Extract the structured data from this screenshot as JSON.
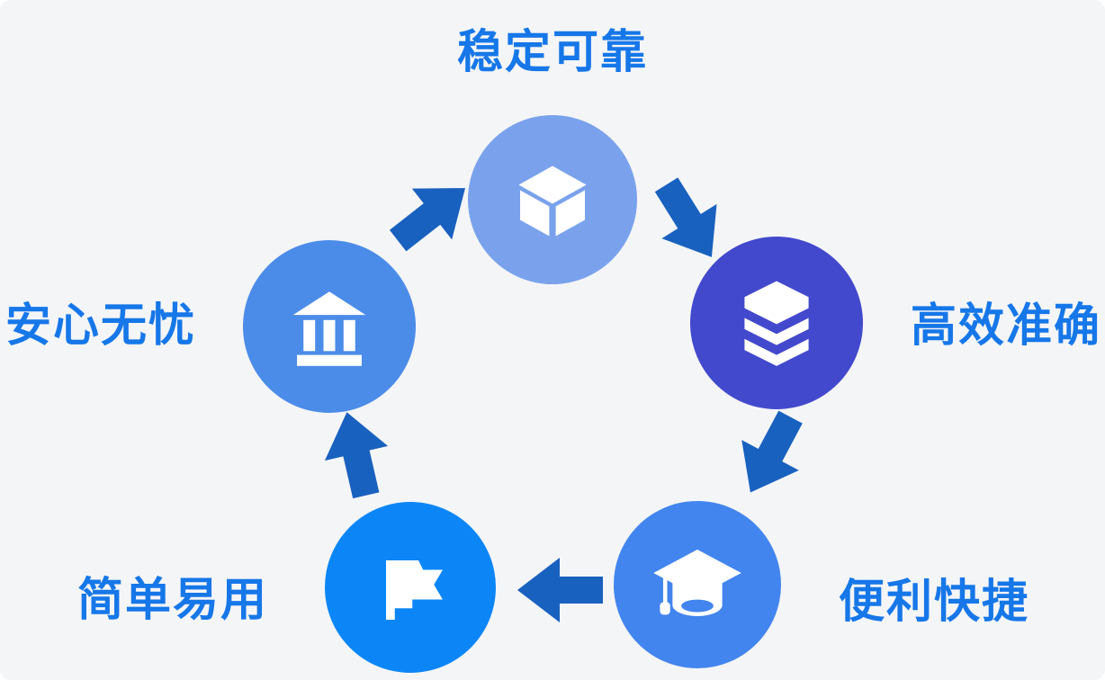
{
  "diagram": {
    "background_color": "#f4f5f7",
    "label_color": "#1677e8",
    "arrow_color": "#1961bf",
    "icon_color": "#ffffff",
    "nodes": [
      {
        "id": "stable",
        "label": "稳定可靠",
        "icon": "cube-icon",
        "circle_color": "#7aa2ec",
        "position": "top"
      },
      {
        "id": "accurate",
        "label": "高效准确",
        "icon": "layers-icon",
        "circle_color": "#4349cc",
        "position": "right"
      },
      {
        "id": "convenient",
        "label": "便利快捷",
        "icon": "graduation-cap-icon",
        "circle_color": "#4285ee",
        "position": "bottom-right"
      },
      {
        "id": "simple",
        "label": "简单易用",
        "icon": "flag-icon",
        "circle_color": "#0c86f7",
        "position": "bottom-left"
      },
      {
        "id": "worry-free",
        "label": "安心无忧",
        "icon": "bank-icon",
        "circle_color": "#4c8ce9",
        "position": "left"
      }
    ],
    "arrows": [
      {
        "from": "安心无忧",
        "to": "稳定可靠",
        "direction": "up-right"
      },
      {
        "from": "稳定可靠",
        "to": "高效准确",
        "direction": "down-right"
      },
      {
        "from": "高效准确",
        "to": "便利快捷",
        "direction": "down-left"
      },
      {
        "from": "便利快捷",
        "to": "简单易用",
        "direction": "left"
      },
      {
        "from": "简单易用",
        "to": "安心无忧",
        "direction": "up"
      }
    ]
  }
}
